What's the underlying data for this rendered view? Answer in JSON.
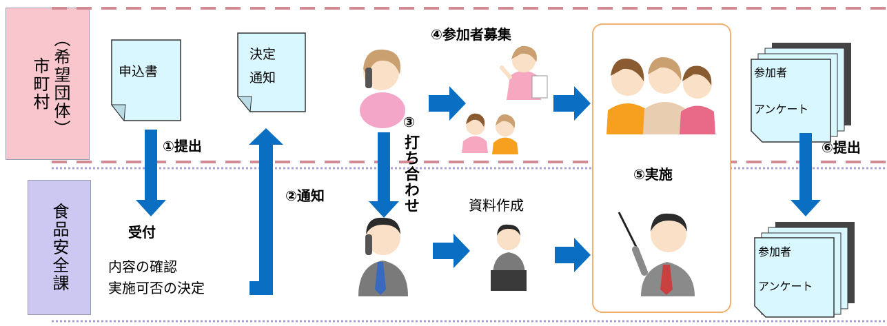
{
  "lanes": {
    "top_main": "市町村",
    "top_sub": "（希望団体）",
    "bottom": "食品安全課"
  },
  "documents": {
    "application": "申込書",
    "decision_line1": "決定",
    "decision_line2": "通知",
    "survey_top_line1": "参加者",
    "survey_top_line2": "アンケート",
    "survey_bottom_line1": "参加者",
    "survey_bottom_line2": "アンケート"
  },
  "steps": {
    "step1": "①提出",
    "step2": "②通知",
    "step3_num": "③",
    "step3_text": "打ち合わせ",
    "step4": "④参加者募集",
    "step5": "⑤実施",
    "step6": "⑥提出"
  },
  "notes": {
    "reception": "受付",
    "check_line1": "内容の確認",
    "check_line2": "実施可否の決定",
    "materials": "資料作成"
  },
  "colors": {
    "arrow": "#0a6fc2",
    "doc_fill": "#d9f7ff",
    "top_lane_fill": "#f8c6cc",
    "bottom_lane_fill": "#cdc8f2",
    "top_divider": "#d18a94",
    "bottom_divider": "#a9a0d8",
    "implement_border": "#f0b070"
  }
}
